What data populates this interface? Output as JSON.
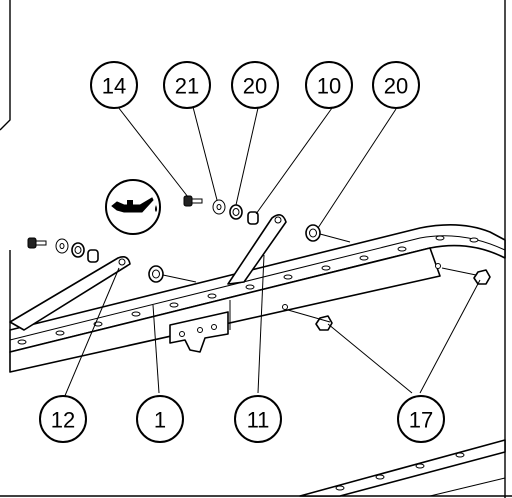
{
  "callouts": [
    {
      "id": "c14",
      "label": "14"
    },
    {
      "id": "c21",
      "label": "21"
    },
    {
      "id": "c20a",
      "label": "20"
    },
    {
      "id": "c10",
      "label": "10"
    },
    {
      "id": "c20b",
      "label": "20"
    },
    {
      "id": "c12",
      "label": "12"
    },
    {
      "id": "c1",
      "label": "1"
    },
    {
      "id": "c11",
      "label": "11"
    },
    {
      "id": "c17",
      "label": "17"
    }
  ],
  "icons": {
    "oil": "oil-can-icon"
  }
}
